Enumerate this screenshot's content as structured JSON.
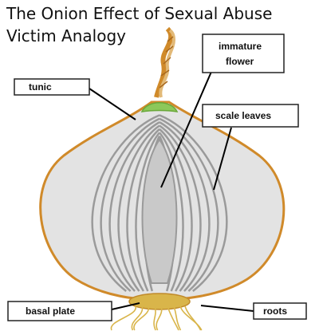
{
  "title": {
    "line1": "The Onion Effect of Sexual Abuse",
    "line2": "Victim Analogy"
  },
  "labels": {
    "tunic": "tunic",
    "immature_flower_1": "immature",
    "immature_flower_2": "flower",
    "scale_leaves": "scale leaves",
    "basal_plate": "basal plate",
    "roots": "roots"
  },
  "colors": {
    "outline": "#d08a2a",
    "flesh": "#e3e3e3",
    "rings": "#9a9a9a",
    "flower_core": "#c9c9c9",
    "tunic_green": "#8cc85a",
    "stem": "#c99a52",
    "roots": "#d9b54a"
  }
}
